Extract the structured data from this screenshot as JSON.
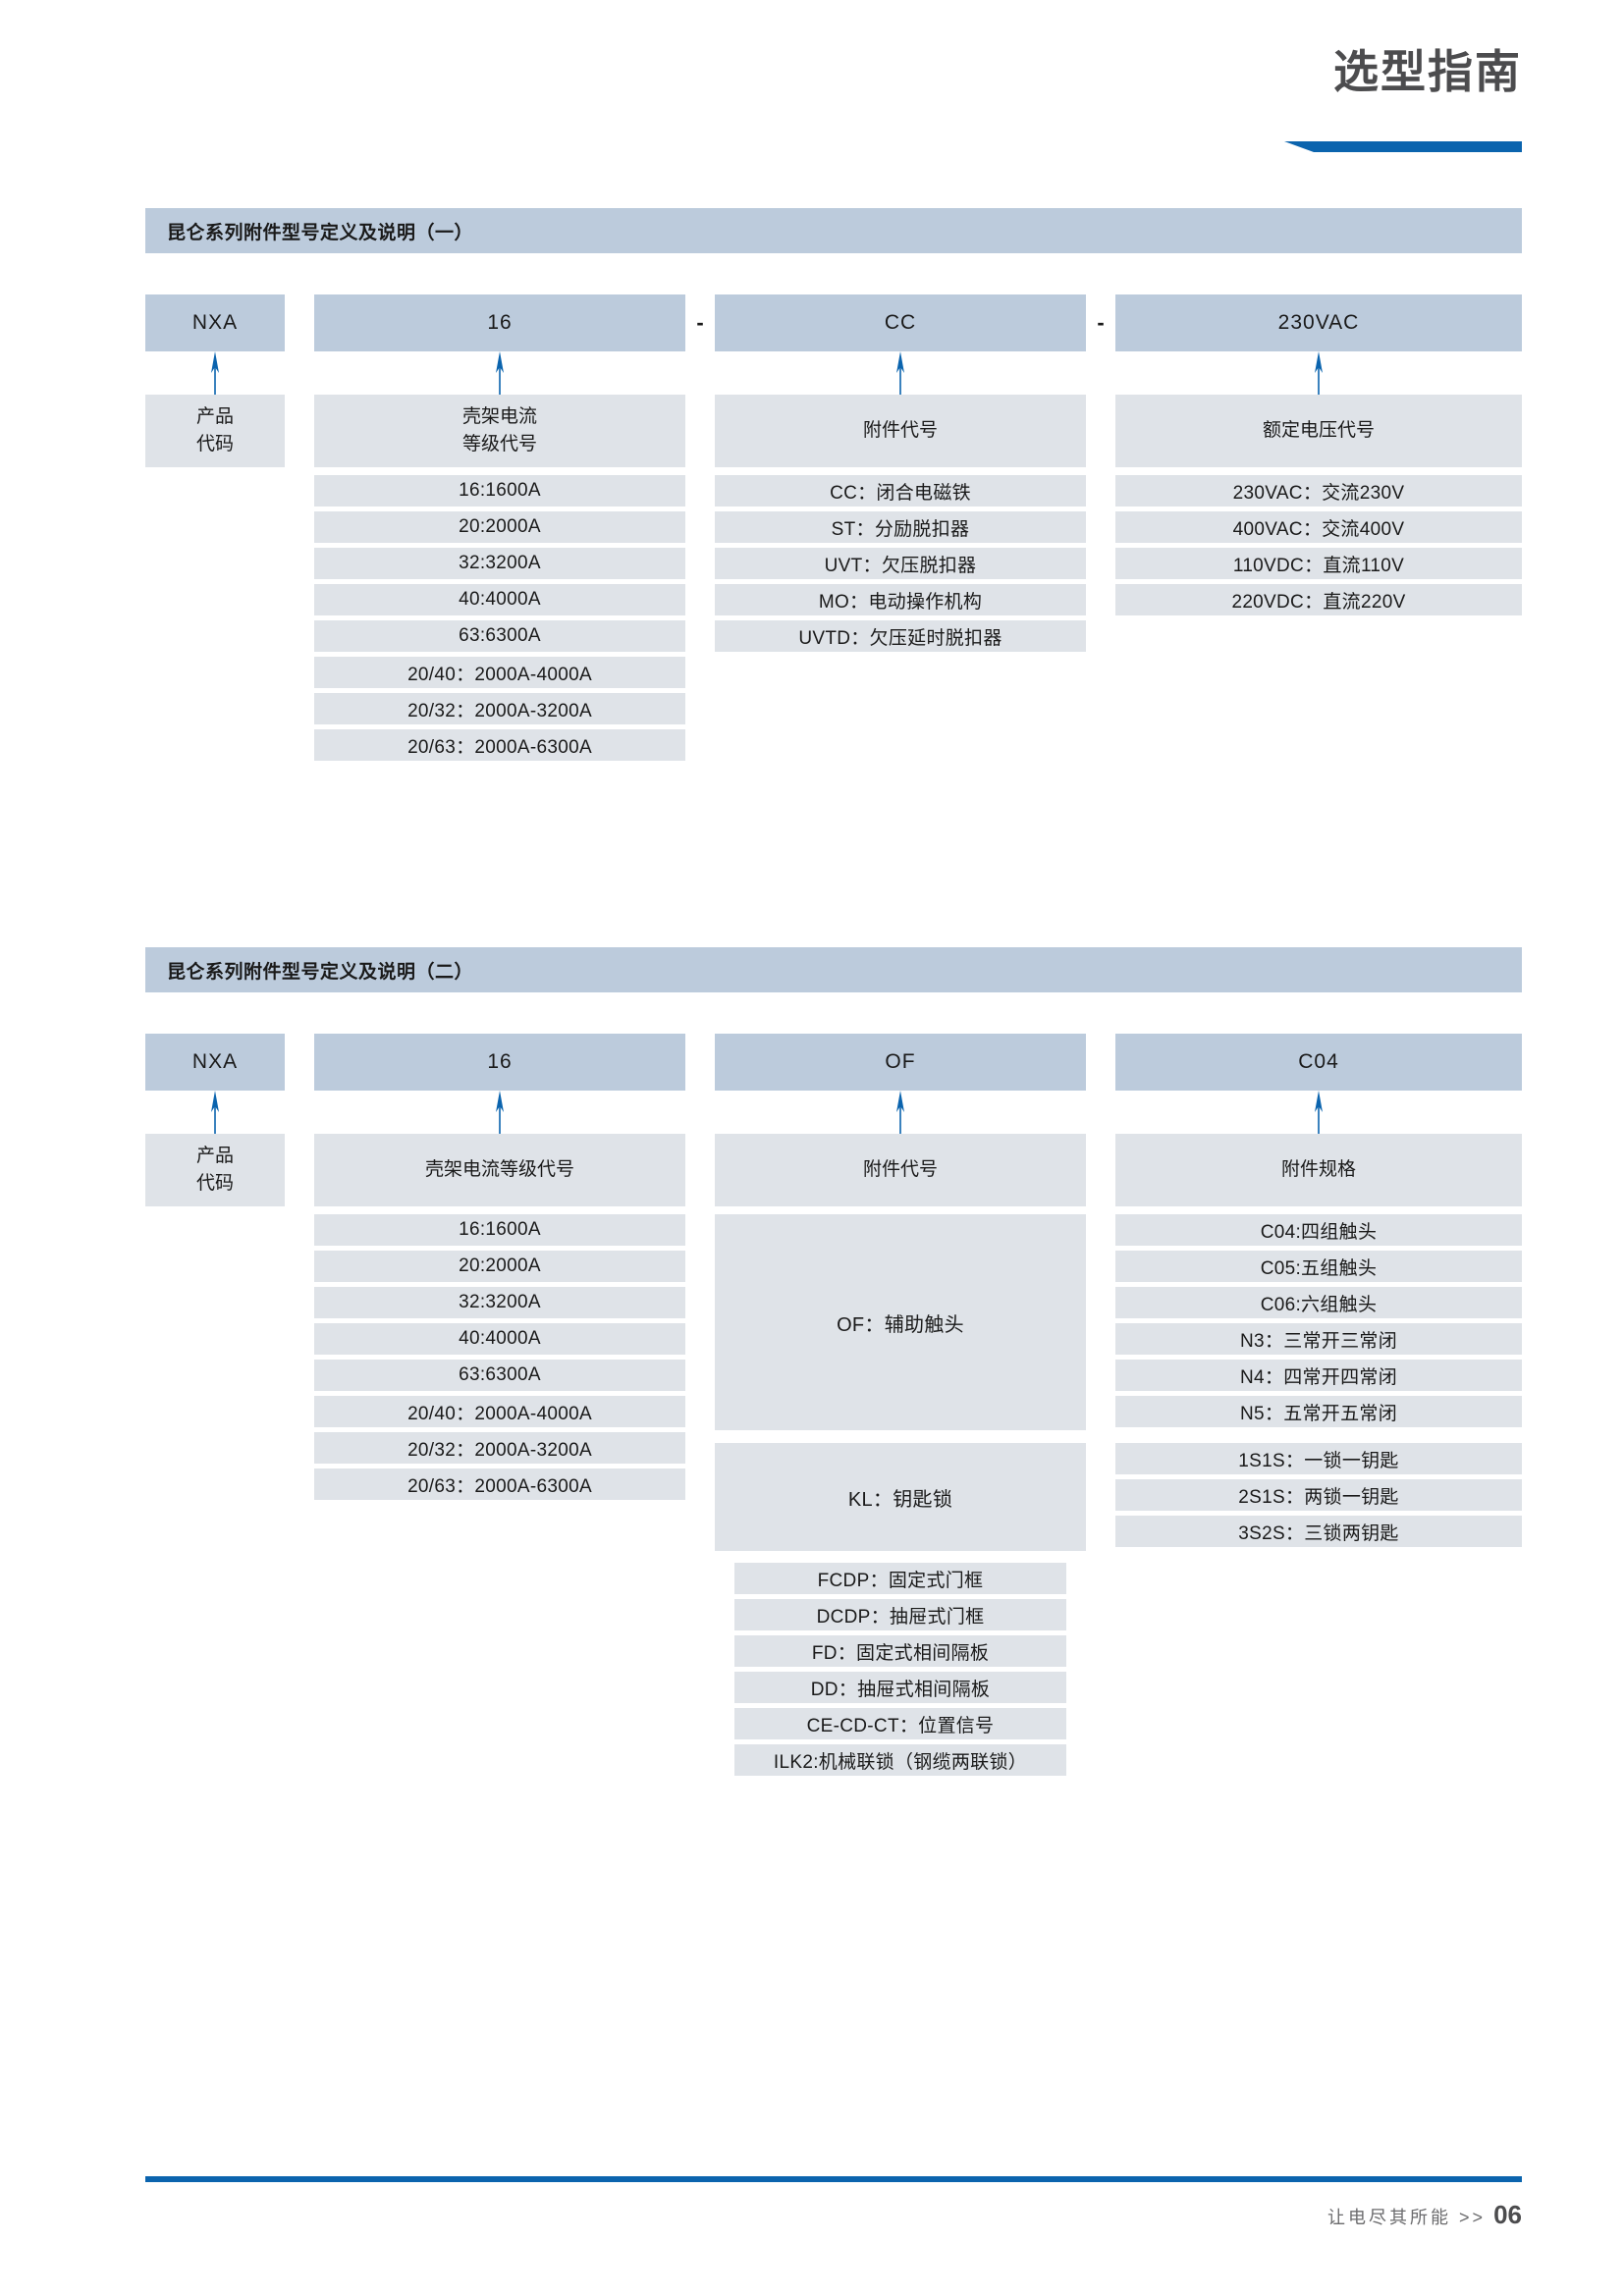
{
  "header": {
    "title": "选型指南"
  },
  "footer": {
    "slogan": "让电尽其所能",
    "separator": ">>",
    "page_number": "06"
  },
  "colors": {
    "accent_blue": "#0b64ae",
    "bar_blue_gray": "#bccbdc",
    "chip_gray": "#dfe3e8",
    "title_gray": "#4c4c4e"
  },
  "sections": [
    {
      "heading": "昆仑系列附件型号定义及说明（一）",
      "code_boxes": [
        {
          "text": "NXA"
        },
        {
          "text": "16"
        },
        {
          "text": "CC"
        },
        {
          "text": "230VAC"
        }
      ],
      "separators": [
        "-",
        "-"
      ],
      "labels": [
        "产品\n代码",
        "壳架电流\n等级代号",
        "附件代号",
        "额定电压代号"
      ],
      "label_col1_line1": "产品",
      "label_col1_line2": "代码",
      "label_col2_line1": "壳架电流",
      "label_col2_line2": "等级代号",
      "label_col3": "附件代号",
      "label_col4": "额定电压代号",
      "frame_current_options": [
        "16:1600A",
        "20:2000A",
        "32:3200A",
        "40:4000A",
        "63:6300A",
        "20/40：2000A-4000A",
        "20/32：2000A-3200A",
        "20/63：2000A-6300A"
      ],
      "accessory_code_options": [
        "CC：闭合电磁铁",
        "ST：分励脱扣器",
        "UVT：欠压脱扣器",
        "MO：电动操作机构",
        "UVTD：欠压延时脱扣器"
      ],
      "voltage_code_options": [
        "230VAC：交流230V",
        "400VAC：交流400V",
        "110VDC：直流110V",
        "220VDC：直流220V"
      ]
    },
    {
      "heading": "昆仑系列附件型号定义及说明（二）",
      "code_boxes": [
        {
          "text": "NXA"
        },
        {
          "text": "16"
        },
        {
          "text": "OF"
        },
        {
          "text": "C04"
        }
      ],
      "separators": [],
      "label_col1_line1": "产品",
      "label_col1_line2": "代码",
      "label_col2": "壳架电流等级代号",
      "label_col3": "附件代号",
      "label_col4": "附件规格",
      "frame_current_options": [
        "16:1600A",
        "20:2000A",
        "32:3200A",
        "40:4000A",
        "63:6300A",
        "20/40：2000A-4000A",
        "20/32：2000A-3200A",
        "20/63：2000A-6300A"
      ],
      "accessory_group_of": "OF：辅助触头",
      "accessory_group_kl": "KL：钥匙锁",
      "accessory_code_options": [
        "FCDP：固定式门框",
        "DCDP：抽屉式门框",
        "FD：固定式相间隔板",
        "DD：抽屉式相间隔板",
        "CE-CD-CT：位置信号",
        "ILK2:机械联锁（钢缆两联锁）"
      ],
      "spec_contact_options": [
        "C04:四组触头",
        "C05:五组触头",
        "C06:六组触头",
        "N3：三常开三常闭",
        "N4：四常开四常闭",
        "N5：五常开五常闭"
      ],
      "spec_lock_options": [
        "1S1S：一锁一钥匙",
        "2S1S：两锁一钥匙",
        "3S2S：三锁两钥匙"
      ]
    }
  ]
}
